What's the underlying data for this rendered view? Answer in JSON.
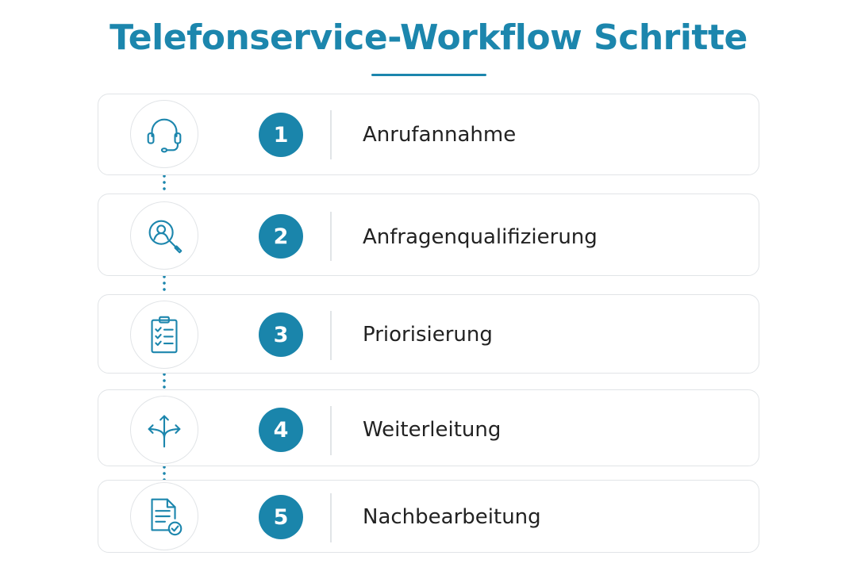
{
  "title": "Telefonservice-Workflow Schritte",
  "accent_color": "#1c86ad",
  "steps": [
    {
      "number": "1",
      "label": "Anrufannahme",
      "icon": "headset-icon"
    },
    {
      "number": "2",
      "label": "Anfragenqualifizierung",
      "icon": "user-search-icon"
    },
    {
      "number": "3",
      "label": "Priorisierung",
      "icon": "clipboard-checklist-icon"
    },
    {
      "number": "4",
      "label": "Weiterleitung",
      "icon": "split-arrows-icon"
    },
    {
      "number": "5",
      "label": "Nachbearbeitung",
      "icon": "document-check-icon"
    }
  ]
}
